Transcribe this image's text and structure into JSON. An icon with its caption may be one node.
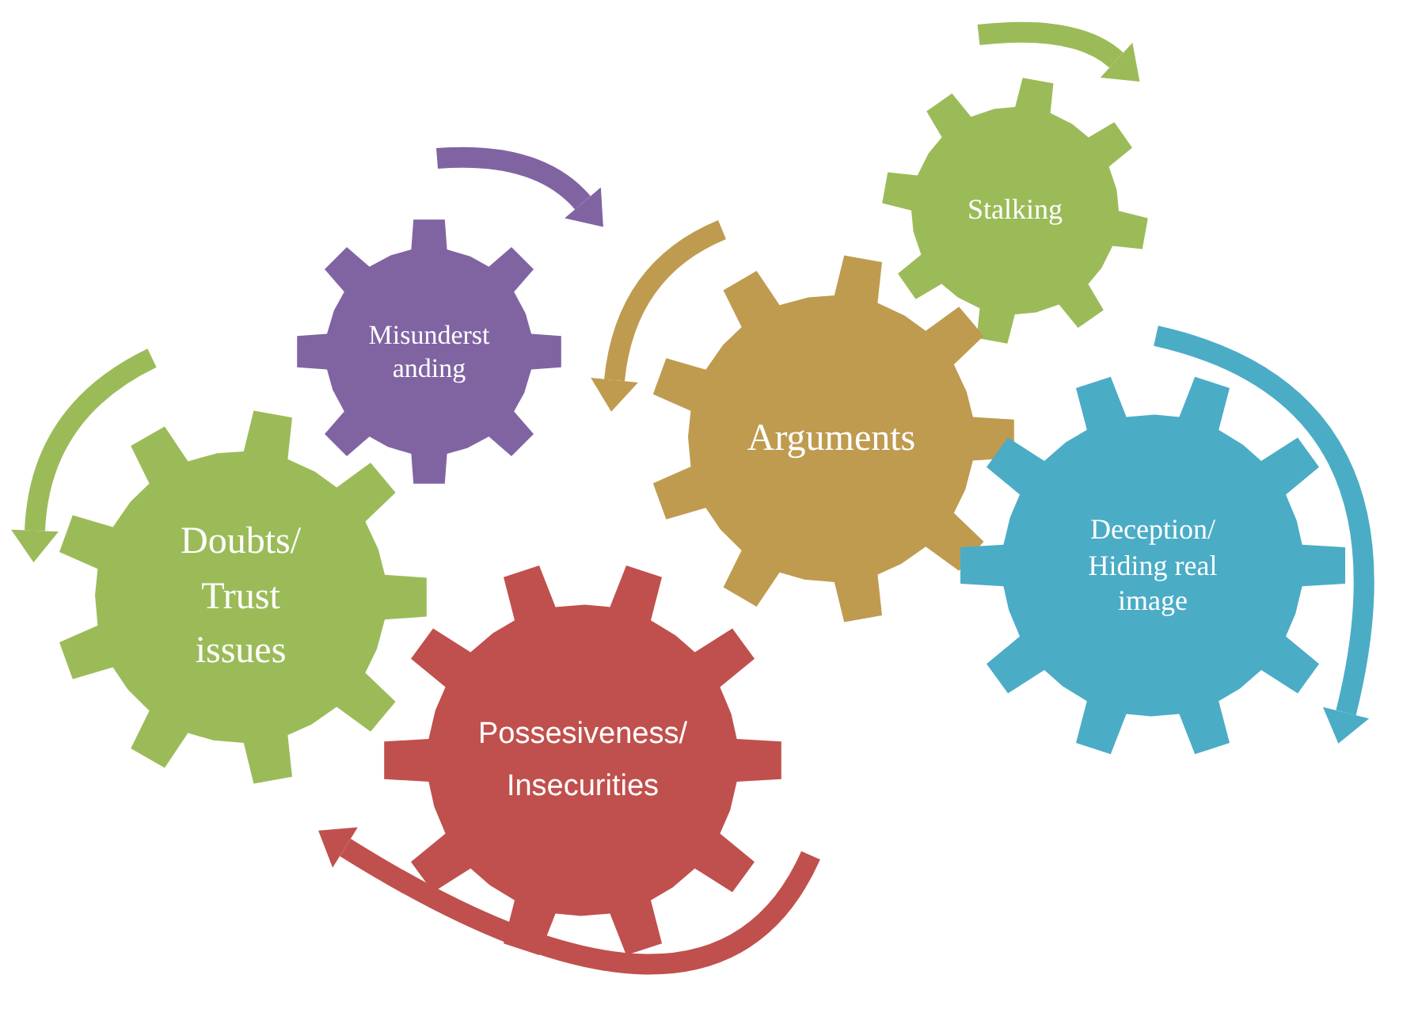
{
  "diagram": {
    "nodes": [
      {
        "text": [
          "Stalking"
        ]
      },
      {
        "text": [
          "Misunderst anding"
        ]
      },
      {
        "text": [
          "Arguments"
        ]
      },
      {
        "text": [
          "Doubts/ Trust issues"
        ]
      },
      {
        "text": [
          "Deception/ Hiding real image"
        ]
      },
      {
        "text": [
          "Possesiveness/ Insecurities"
        ]
      }
    ]
  }
}
